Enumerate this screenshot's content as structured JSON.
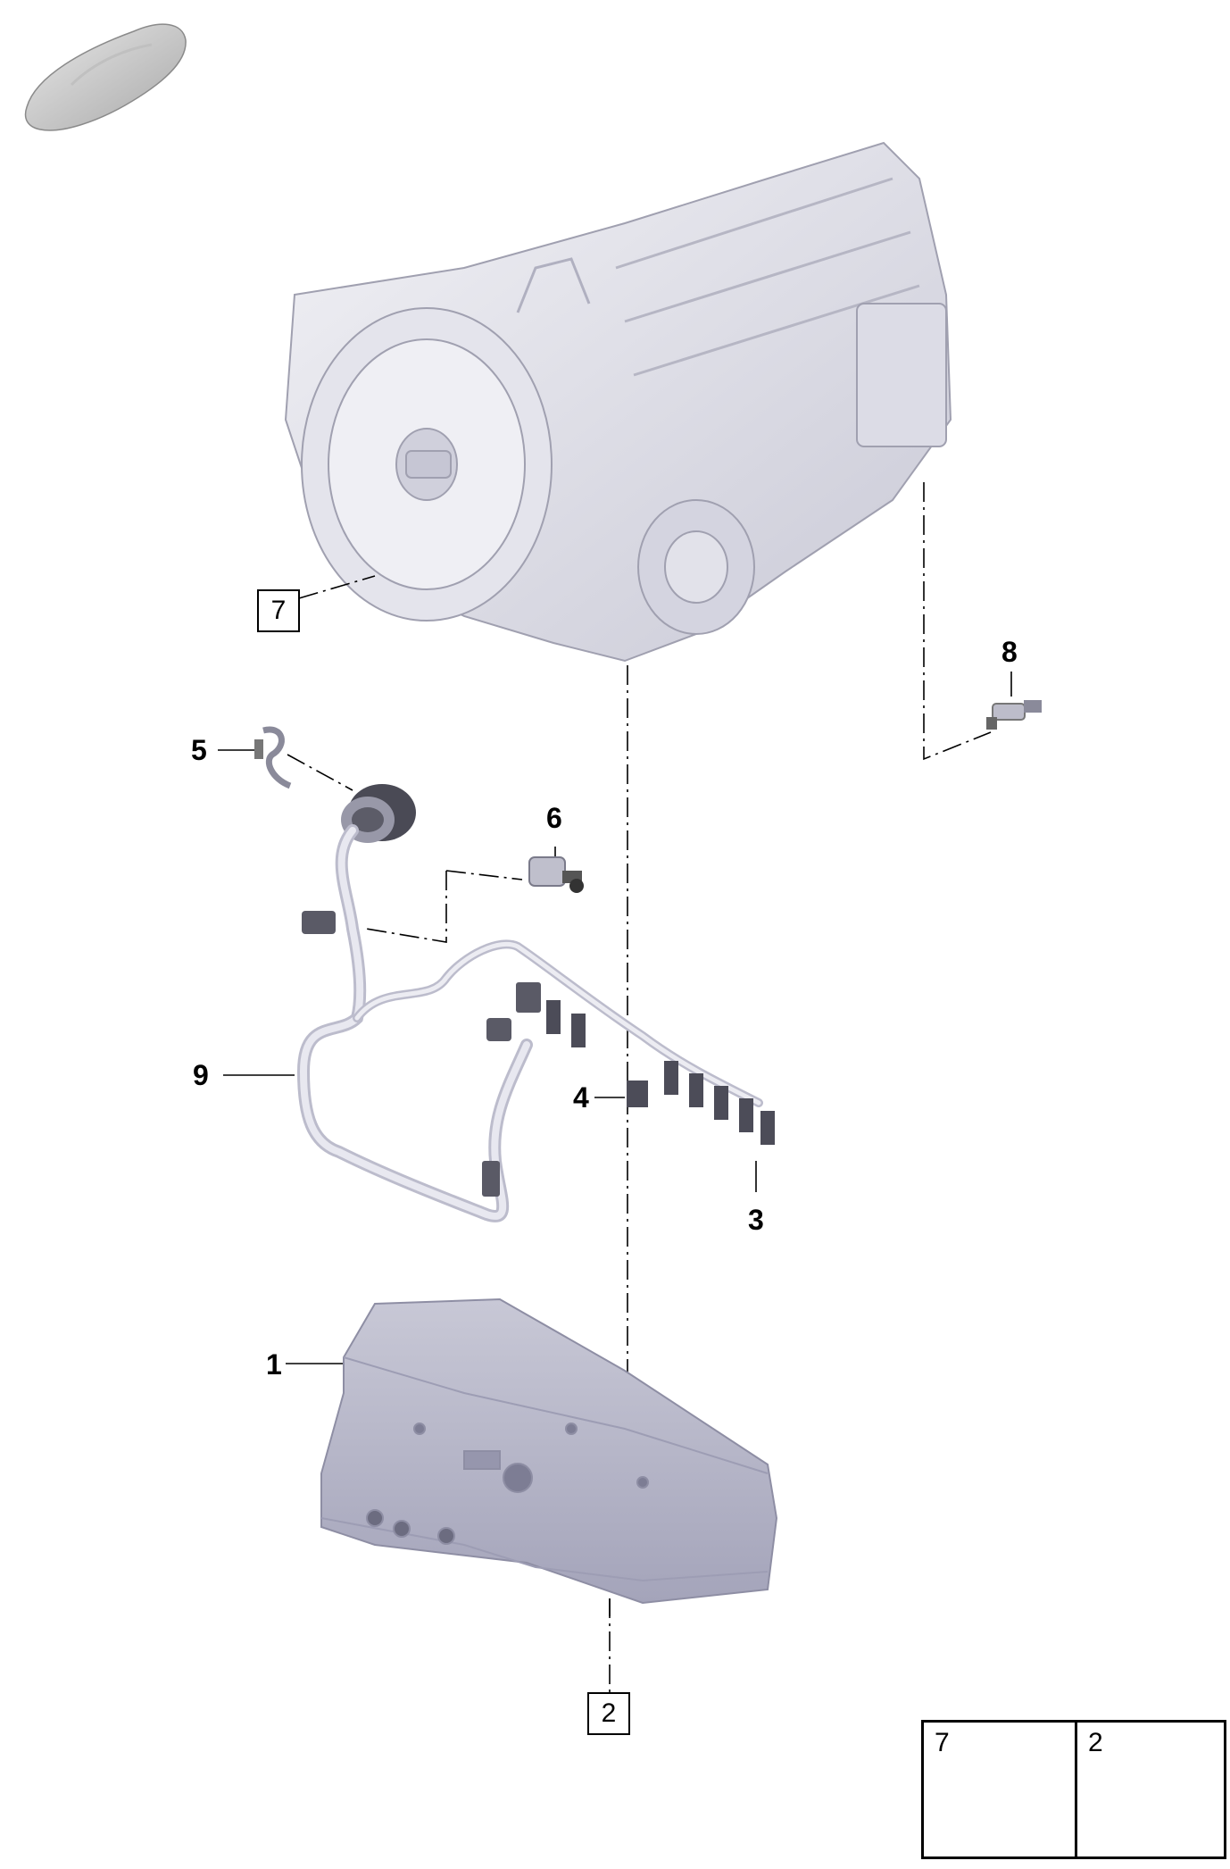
{
  "callouts": {
    "c1": "1",
    "c3": "3",
    "c4": "4",
    "c5": "5",
    "c6": "6",
    "c8": "8",
    "c9": "9"
  },
  "references": {
    "r7": "7",
    "r2": "2"
  },
  "legend": {
    "left_num": "7",
    "right_num": "2"
  },
  "icons": [
    "car-silhouette-icon",
    "transmission-housing",
    "wiring-harness",
    "valve-body",
    "pressure-sensor",
    "speed-sensor",
    "retaining-clip",
    "solenoid-connectors",
    "bolt-icon"
  ],
  "colors": {
    "part_fill": "#d9d9e4",
    "part_stroke": "#9a9aaa",
    "line": "#000000"
  }
}
